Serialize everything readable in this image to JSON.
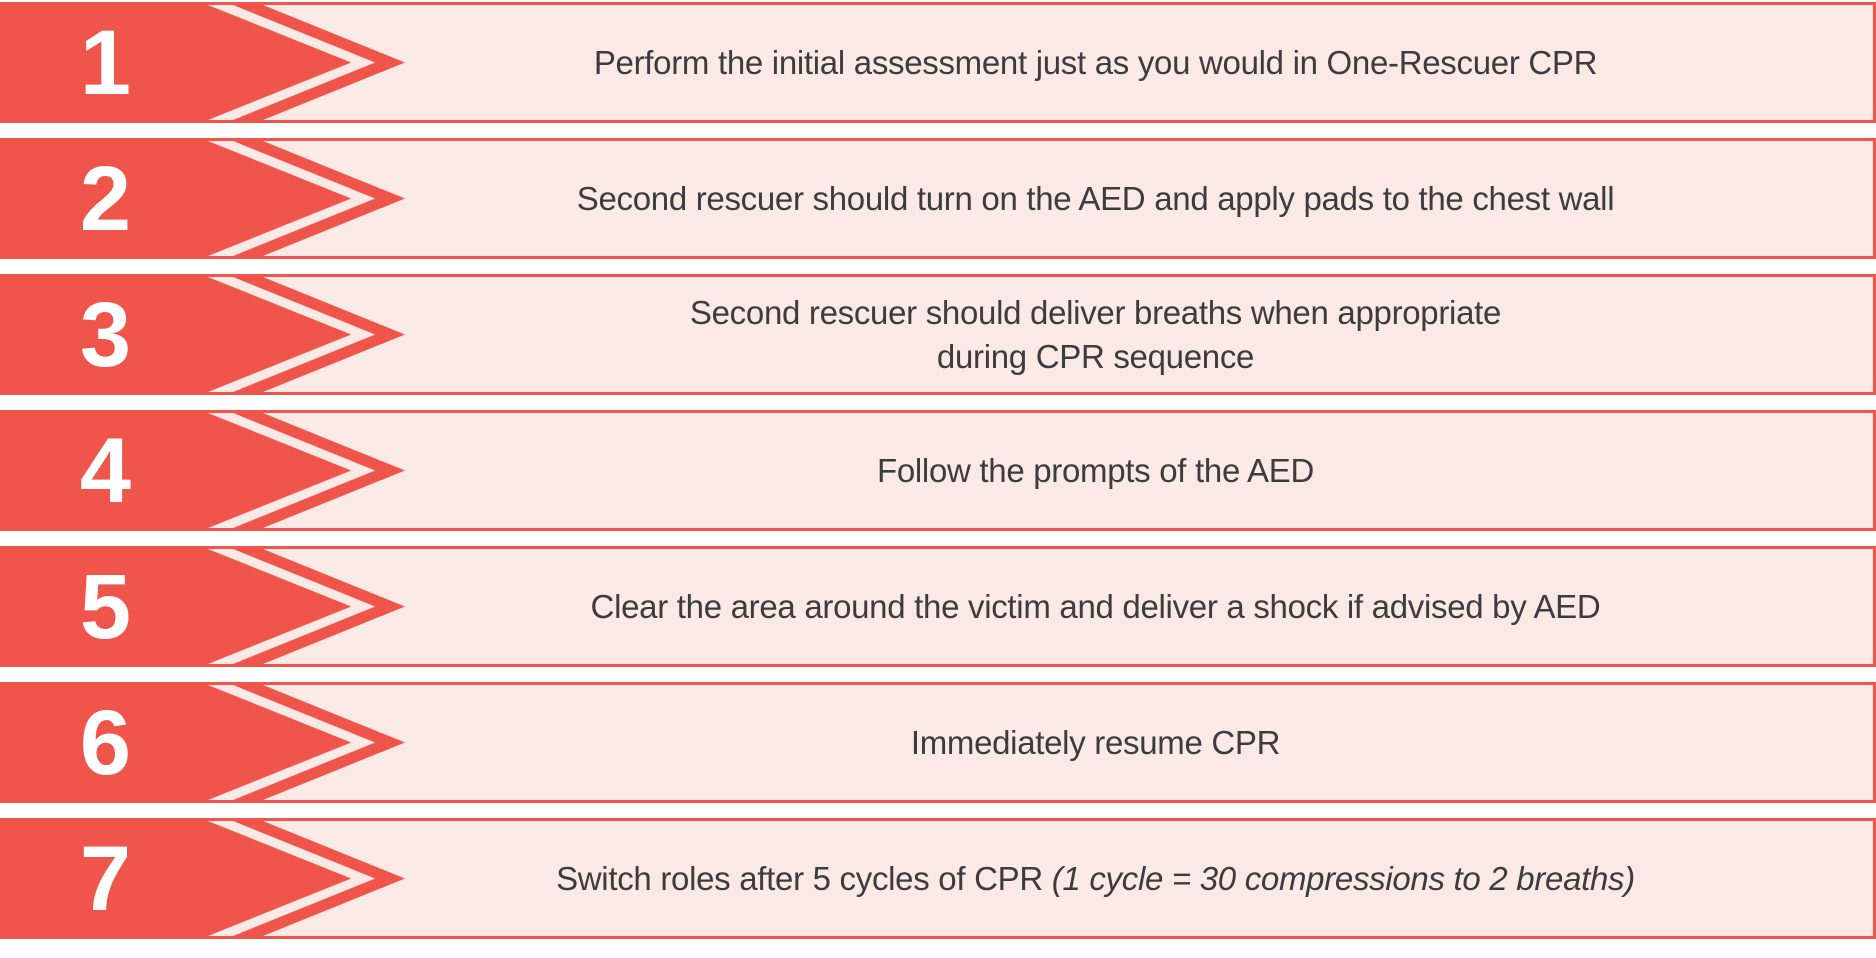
{
  "colors": {
    "red": "#F0554B",
    "pink": "#FBE9E5",
    "text": "#3C3C3E",
    "number": "#FFFFFF",
    "gap": "#FFFFFF"
  },
  "steps": [
    {
      "num": "1",
      "lines": [
        {
          "text": "Perform the initial assessment just as you would in One-Rescuer CPR",
          "italic": ""
        }
      ]
    },
    {
      "num": "2",
      "lines": [
        {
          "text": "Second rescuer should turn on the AED and apply pads to the chest wall",
          "italic": ""
        }
      ]
    },
    {
      "num": "3",
      "lines": [
        {
          "text": "Second rescuer should deliver breaths when appropriate",
          "italic": ""
        },
        {
          "text": "during CPR sequence",
          "italic": ""
        }
      ]
    },
    {
      "num": "4",
      "lines": [
        {
          "text": "Follow the prompts of the AED",
          "italic": ""
        }
      ]
    },
    {
      "num": "5",
      "lines": [
        {
          "text": "Clear the area around the victim and deliver a shock if advised by AED",
          "italic": ""
        }
      ]
    },
    {
      "num": "6",
      "lines": [
        {
          "text": "Immediately resume CPR",
          "italic": ""
        }
      ]
    },
    {
      "num": "7",
      "lines": [
        {
          "text": "Switch roles after 5 cycles of CPR ",
          "italic": "(1 cycle = 30 compressions to 2 breaths)"
        }
      ]
    }
  ]
}
